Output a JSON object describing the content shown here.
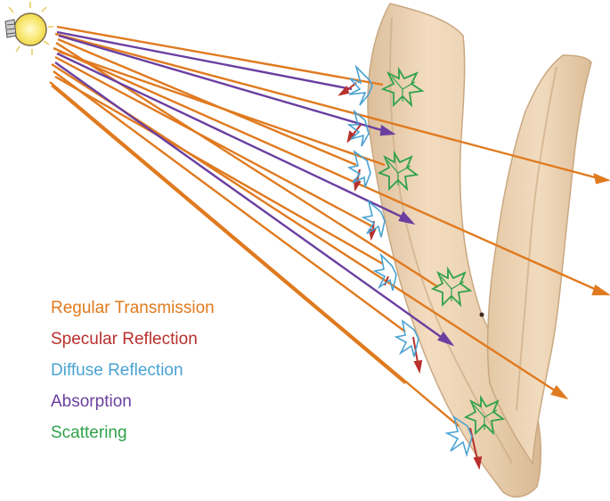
{
  "legend": {
    "items": [
      {
        "label": "Regular Transmission",
        "color": "#e07a1f"
      },
      {
        "label": "Specular Reflection",
        "color": "#b8302c"
      },
      {
        "label": "Diffuse Reflection",
        "color": "#4aa3d2"
      },
      {
        "label": "Absorption",
        "color": "#6a3fa0"
      },
      {
        "label": "Scattering",
        "color": "#2fa24a"
      }
    ]
  },
  "figure": {
    "light_source_icon": "light-bulb-icon",
    "subject": "tooth-cross-section",
    "colors": {
      "tooth_fill": "#efd6b8",
      "tooth_edge": "#c9a882",
      "bulb_glow": "#fff3a8",
      "bulb_core": "#f7e25a"
    }
  }
}
